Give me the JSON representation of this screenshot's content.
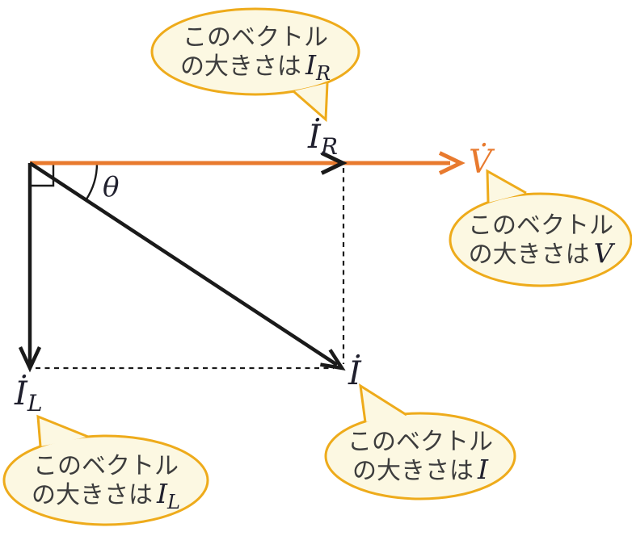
{
  "colors": {
    "accent": "#e87a2e",
    "ink": "#1a1a1a",
    "bubble-border": "#eeab1b",
    "bubble-fill": "#fcf8e2",
    "jp-text": "#3d3d3d",
    "math-text": "#20202e"
  },
  "diagram": {
    "angle": {
      "label": "θ"
    },
    "vectors": {
      "v": {
        "label": "V̇",
        "sub": ""
      },
      "ir": {
        "label": "İ",
        "sub": "R"
      },
      "il": {
        "label": "İ",
        "sub": "L"
      },
      "i": {
        "label": "İ",
        "sub": ""
      }
    }
  },
  "bubbles": {
    "ir": {
      "line1": "このベクトル",
      "line2": "の大きさは",
      "sym": "I",
      "sub": "R"
    },
    "v": {
      "line1": "このベクトル",
      "line2": "の大きさは",
      "sym": "V",
      "sub": ""
    },
    "i": {
      "line1": "このベクトル",
      "line2": "の大きさは",
      "sym": "I",
      "sub": ""
    },
    "il": {
      "line1": "このベクトル",
      "line2": "の大きさは",
      "sym": "I",
      "sub": "L"
    }
  }
}
